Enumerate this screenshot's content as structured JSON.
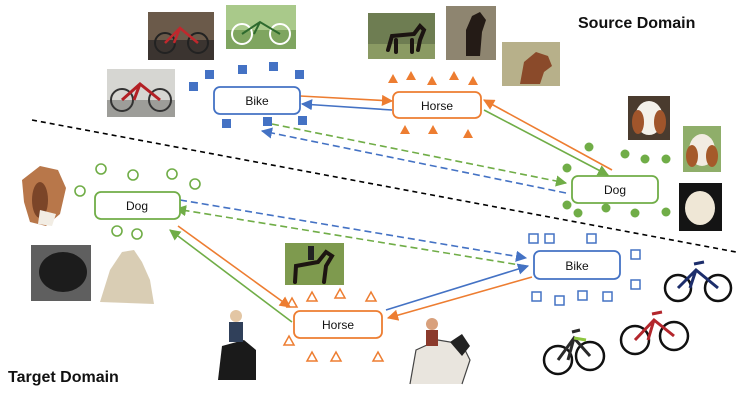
{
  "domains": {
    "source": "Source Domain",
    "target": "Target Domain"
  },
  "nodes": {
    "source_bike": "Bike",
    "source_horse": "Horse",
    "source_dog": "Dog",
    "target_dog": "Dog",
    "target_horse": "Horse",
    "target_bike": "Bike"
  },
  "colors": {
    "bike": "#4472c4",
    "horse": "#ed7d31",
    "dog": "#70ad47",
    "boundary": "#000000"
  },
  "marker_styles": {
    "bike": "square",
    "horse": "triangle",
    "dog": "circle",
    "source": "filled",
    "target": "hollow"
  },
  "photo_icons": [
    "bike-photo-icon",
    "horse-photo-icon",
    "dog-photo-icon",
    "rider-photo-icon"
  ]
}
